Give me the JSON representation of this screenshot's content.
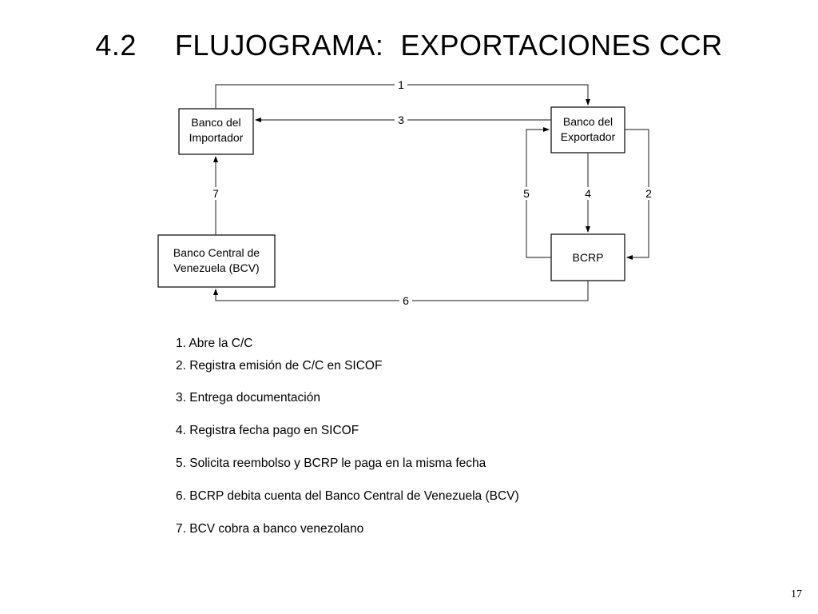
{
  "title": {
    "number": "4.2",
    "text": "FLUJOGRAMA:  EXPORTACIONES CCR"
  },
  "nodes": {
    "banco_importador": [
      "Banco del",
      "Importador"
    ],
    "banco_exportador": [
      "Banco del",
      "Exportador"
    ],
    "bcv": [
      "Banco Central de",
      "Venezuela (BCV)"
    ],
    "bcrp": [
      "BCRP"
    ]
  },
  "edges": [
    {
      "id": "e1",
      "label": "1",
      "from": "Banco del Importador",
      "to": "Banco del Exportador"
    },
    {
      "id": "e3",
      "label": "3",
      "from": "Banco del Exportador",
      "to": "Banco del Importador"
    },
    {
      "id": "e5",
      "label": "5",
      "from": "BCRP",
      "to": "Banco del Exportador"
    },
    {
      "id": "e4",
      "label": "4",
      "from": "Banco del Exportador",
      "to": "BCRP"
    },
    {
      "id": "e2",
      "label": "2",
      "from": "Banco del Exportador",
      "to": "BCRP"
    },
    {
      "id": "e6",
      "label": "6",
      "from": "BCRP",
      "to": "Banco Central de Venezuela (BCV)"
    },
    {
      "id": "e7",
      "label": "7",
      "from": "Banco Central de Venezuela (BCV)",
      "to": "Banco del Importador"
    }
  ],
  "legend": [
    "1.  Abre la C/C",
    "2.  Registra emisión de C/C en SICOF",
    "3.  Entrega documentación",
    "4.  Registra fecha pago en SICOF",
    "5.  Solicita reembolso y BCRP le paga en la misma fecha",
    "6.  BCRP debita cuenta del Banco Central de Venezuela (BCV)",
    "7.  BCV cobra a banco venezolano"
  ],
  "page_number": "17"
}
